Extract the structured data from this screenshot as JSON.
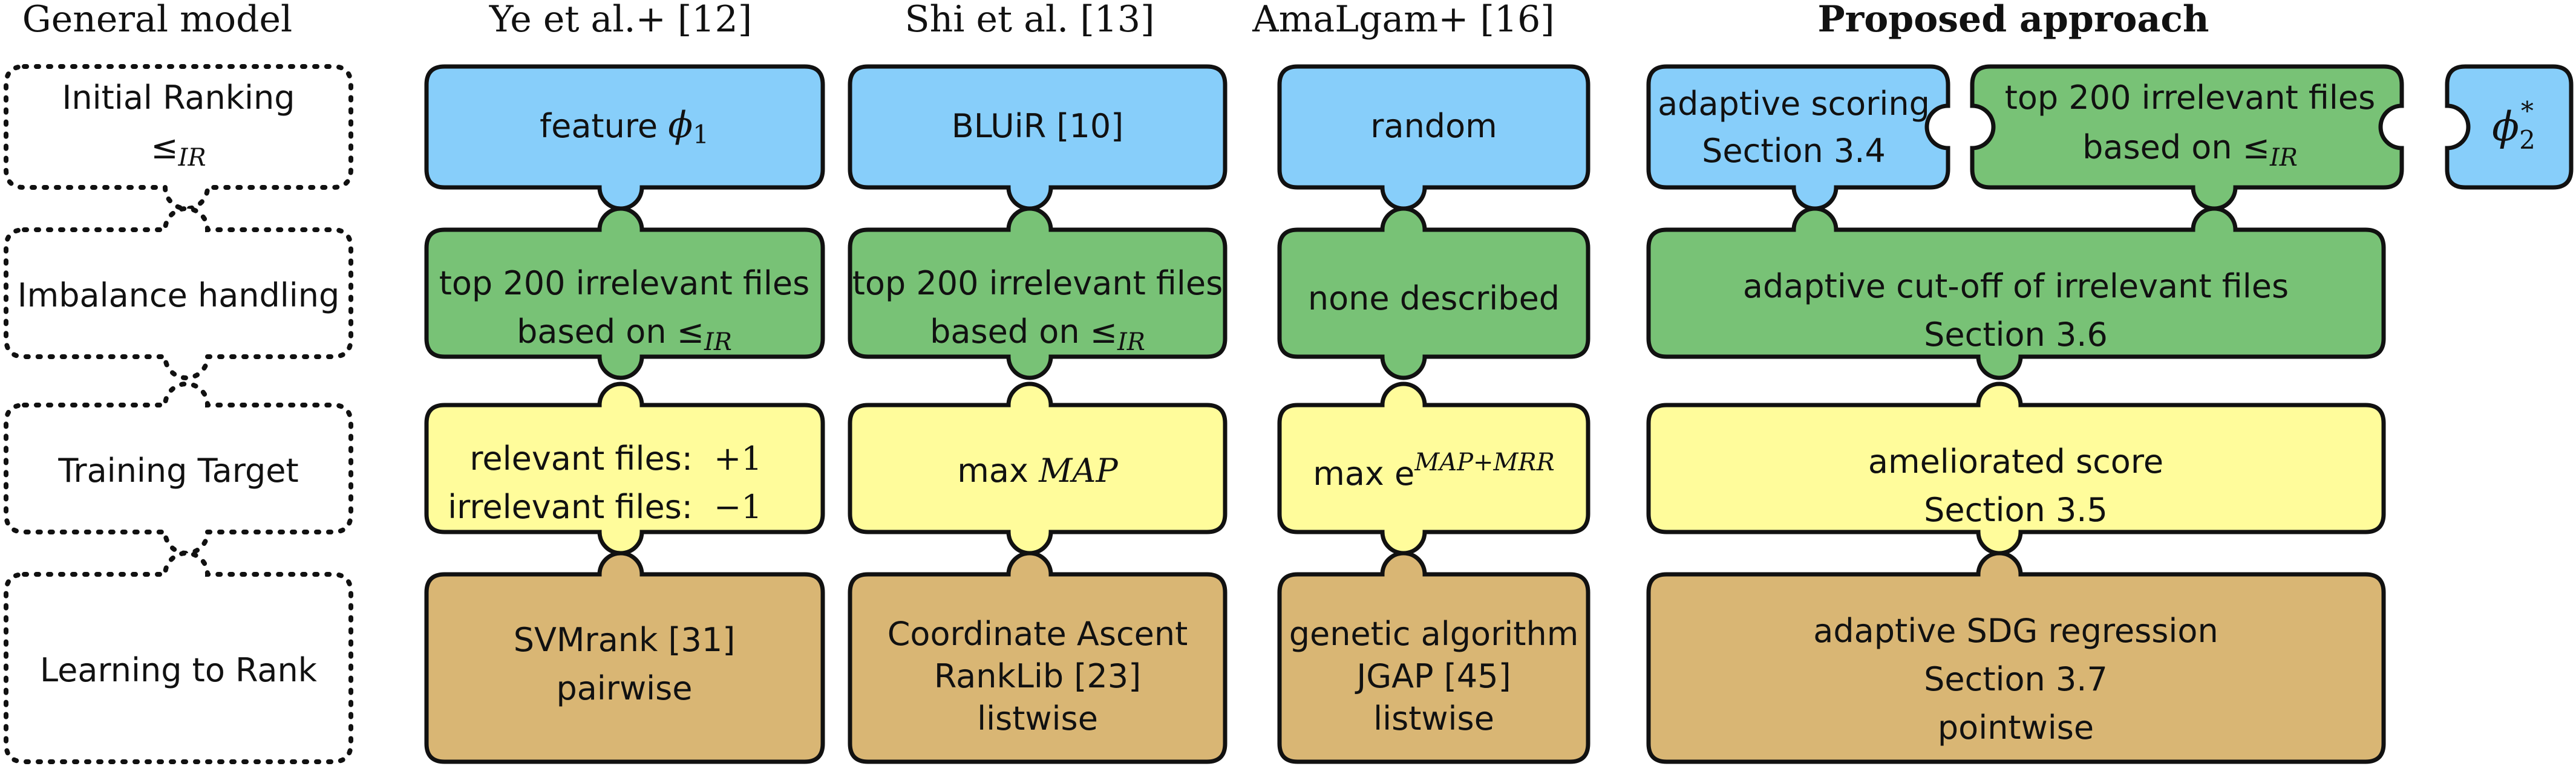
{
  "colors": {
    "blue": "#87CEFA",
    "green": "#78C276",
    "yellow": "#FFFC9B",
    "brown": "#D9B674",
    "stroke": "#111111",
    "background": "#FFFFFF"
  },
  "headers": {
    "general": "General model",
    "ye": "Ye et al.+ [12]",
    "shi": "Shi et al. [13]",
    "amalgam": "AmaLgam+ [16]",
    "proposed": "Proposed approach"
  },
  "general_model": {
    "initial": {
      "line1": "Initial Ranking",
      "sym": "≤",
      "sub": "IR"
    },
    "imbalance": "Imbalance handling",
    "training": "Training Target",
    "learning": "Learning to Rank"
  },
  "ye": {
    "initial": {
      "text": "feature ",
      "sym": "ϕ",
      "sub": "1"
    },
    "imbalance": {
      "line1": "top 200 irrelevant files",
      "line2": "based on ",
      "sym": "≤",
      "sub": "IR"
    },
    "training": {
      "line1_label": "relevant files:",
      "line1_value": "+1",
      "line2_label": "irrelevant files:",
      "line2_value": "−1"
    },
    "learning": {
      "line1": "SVMrank [31]",
      "line2": "pairwise"
    }
  },
  "shi": {
    "initial": "BLUiR [10]",
    "imbalance": {
      "line1": "top 200 irrelevant files",
      "line2": "based on ",
      "sym": "≤",
      "sub": "IR"
    },
    "training": {
      "text": "max ",
      "var": "MAP"
    },
    "learning": {
      "line1": "Coordinate Ascent",
      "line2": "RankLib [23]",
      "line3": "listwise"
    }
  },
  "amalgam": {
    "initial": "random",
    "imbalance": "none described",
    "training": {
      "text": "max e",
      "sup": "MAP+MRR"
    },
    "learning": {
      "line1": "genetic algorithm",
      "line2": "JGAP [45]",
      "line3": "listwise"
    }
  },
  "proposed": {
    "initial_a": {
      "line1": "adaptive scoring",
      "line2": "Section 3.4"
    },
    "initial_b": {
      "line1": "top 200 irrelevant files",
      "line2": "based on ",
      "sym": "≤",
      "sub": "IR"
    },
    "initial_c": {
      "sym": "ϕ",
      "sub": "2",
      "sup": "*"
    },
    "imbalance": {
      "line1": "adaptive cut-off of irrelevant files",
      "line2": "Section 3.6"
    },
    "training": {
      "line1": "ameliorated score",
      "line2": "Section 3.5"
    },
    "learning": {
      "line1": "adaptive SDG regression",
      "line2": "Section 3.7",
      "line3": "pointwise"
    }
  }
}
